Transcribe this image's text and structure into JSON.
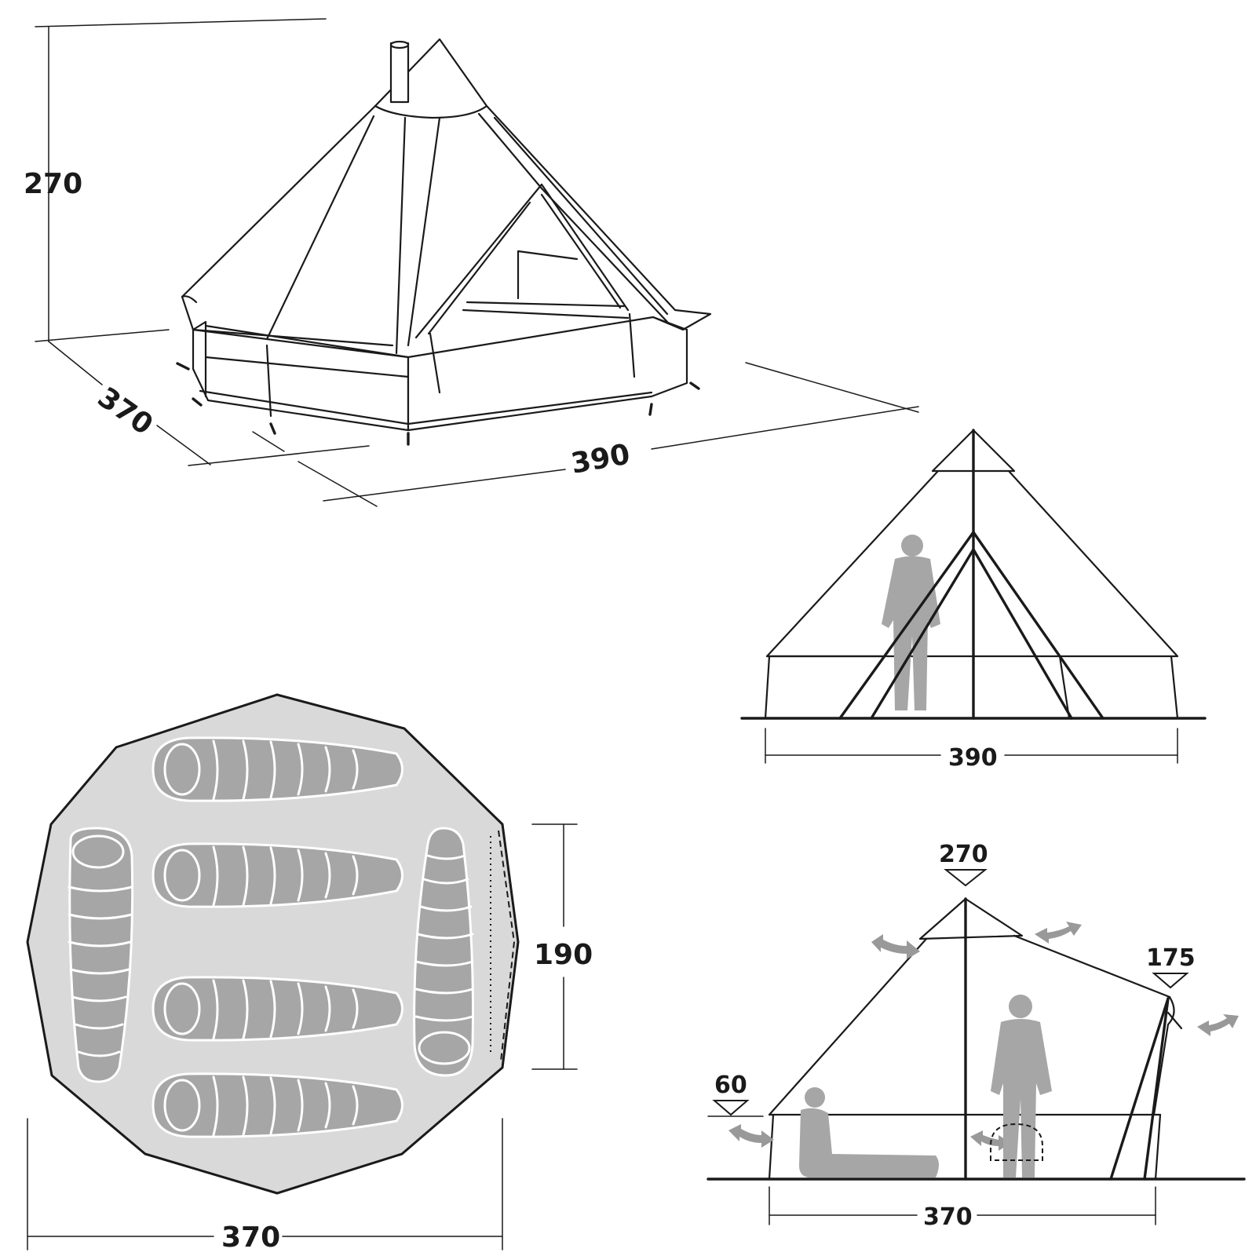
{
  "iso_view": {
    "height_label": "270",
    "depth_label": "370",
    "width_label": "390"
  },
  "front_view": {
    "width_label": "390"
  },
  "floor_plan": {
    "width_label": "370",
    "depth_label": "190"
  },
  "side_view": {
    "peak_height_label": "270",
    "door_height_label": "175",
    "wall_height_label": "60",
    "width_label": "370"
  },
  "colors": {
    "line": "#1a1a1a",
    "floor": "#d9d9d9",
    "figure": "#a6a6a6",
    "arrow": "#999999"
  }
}
